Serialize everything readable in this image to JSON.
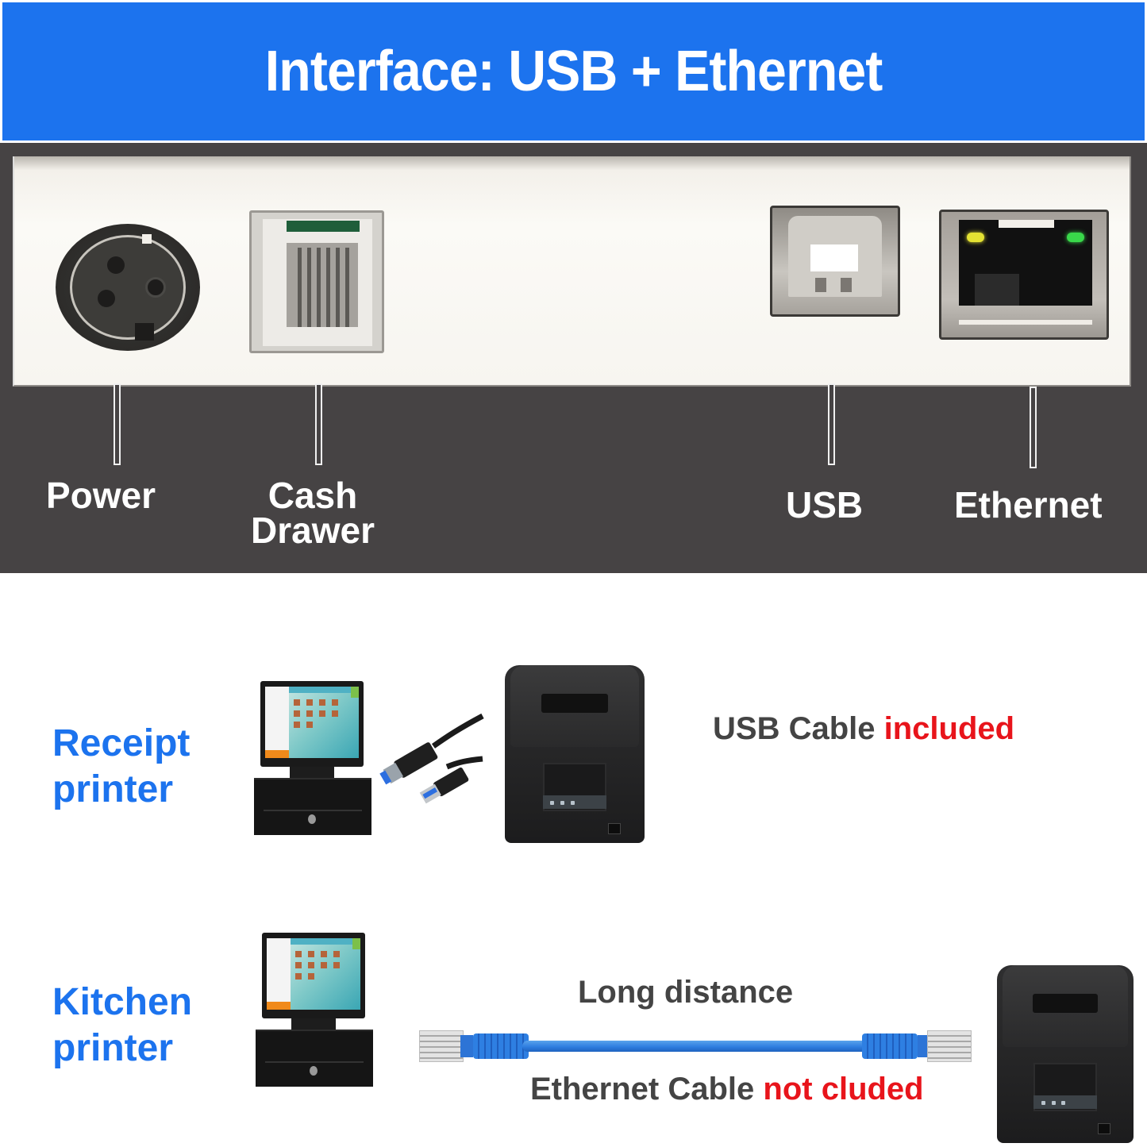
{
  "banner": {
    "title": "Interface: USB + Ethernet",
    "background_color": "#1c73ee"
  },
  "ports": [
    {
      "id": "power",
      "label": "Power",
      "icon": "din-power-socket-icon"
    },
    {
      "id": "cash_drawer",
      "label_line1": "Cash",
      "label_line2": "Drawer",
      "icon": "rj11-port-icon"
    },
    {
      "id": "usb",
      "label": "USB",
      "icon": "usb-b-port-icon"
    },
    {
      "id": "ethernet",
      "label": "Ethernet",
      "icon": "rj45-port-icon",
      "led_colors": [
        "#e4e233",
        "#39d84a"
      ]
    }
  ],
  "connections": [
    {
      "id": "receipt",
      "label_line1": "Receipt",
      "label_line2": "printer",
      "caption_prefix": "USB Cable ",
      "caption_highlight": "included",
      "devices": [
        "pos-terminal",
        "usb-cable",
        "thermal-printer"
      ]
    },
    {
      "id": "kitchen",
      "label_line1": "Kitchen",
      "label_line2": "printer",
      "caption_top": "Long distance",
      "caption_prefix": "Ethernet Cable ",
      "caption_highlight": "not cluded",
      "devices": [
        "pos-terminal",
        "ethernet-cable",
        "thermal-printer"
      ]
    }
  ],
  "colors": {
    "accent_blue": "#1c73ee",
    "highlight_red": "#e8141b",
    "panel_dark": "#464344",
    "caption_gray": "#444444"
  }
}
